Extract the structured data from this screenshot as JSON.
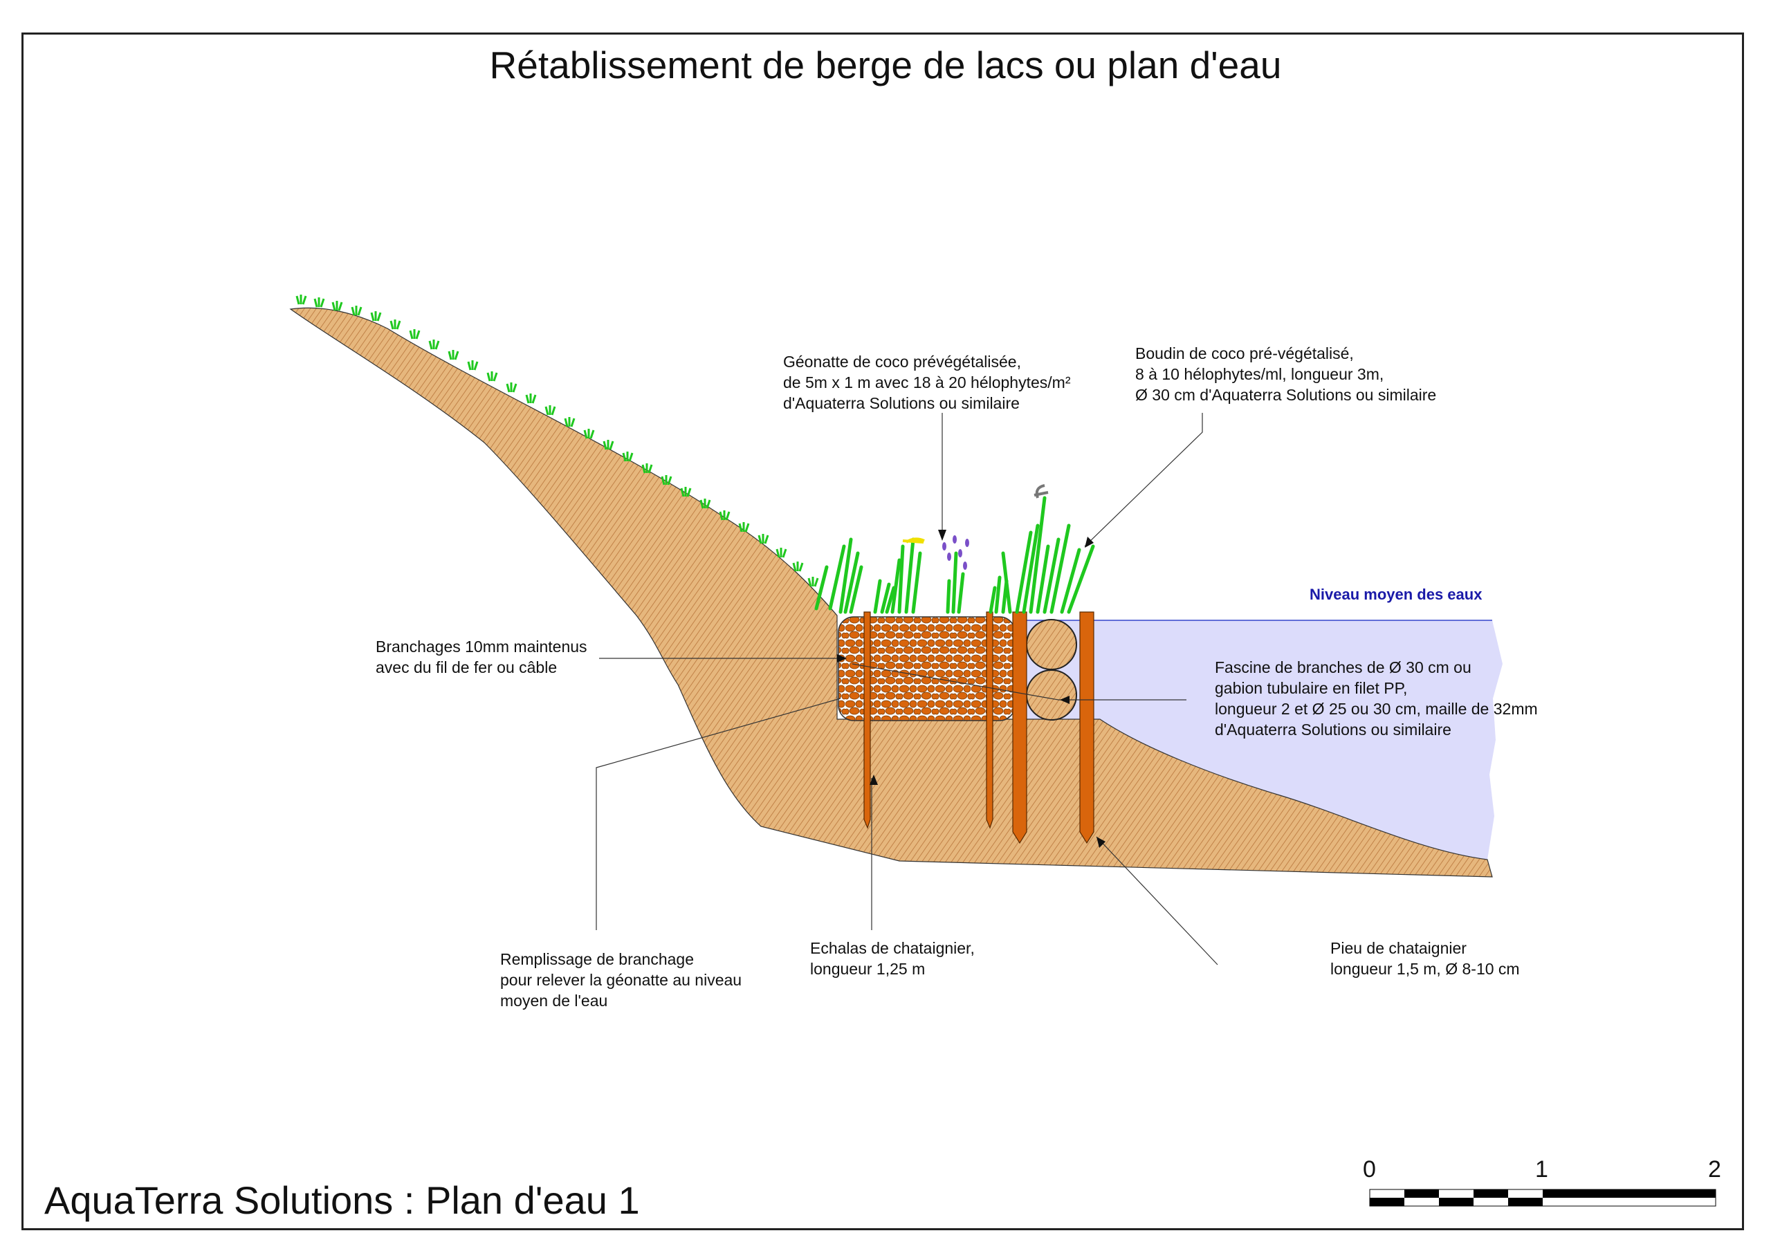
{
  "title": "Rétablissement de berge de lacs ou plan d'eau",
  "footer": "AquaTerra Solutions : Plan d'eau 1",
  "water_level_label": "Niveau moyen des eaux",
  "labels": {
    "geonatte": [
      "Géonatte de coco prévégétalisée,",
      "de 5m x 1 m avec 18 à 20 hélophytes/m²",
      "d'Aquaterra Solutions ou similaire"
    ],
    "boudin": [
      "Boudin de coco pré-végétalisé,",
      "8 à 10 hélophytes/ml, longueur 3m,",
      "Ø 30 cm d'Aquaterra Solutions ou similaire"
    ],
    "branchages": [
      "Branchages 10mm maintenus",
      "avec du fil de fer ou câble"
    ],
    "fascine": [
      "Fascine de branches de Ø 30 cm ou",
      "gabion tubulaire en filet PP,",
      "longueur 2 et Ø 25 ou 30 cm, maille de 32mm",
      "d'Aquaterra Solutions ou similaire"
    ],
    "remplissage": [
      "Remplissage de branchage",
      "pour relever la géonatte au niveau",
      "moyen de l'eau"
    ],
    "echalas": [
      "Echalas de chataignier,",
      "longueur 1,25 m"
    ],
    "pieu": [
      "Pieu de chataignier",
      "longueur 1,5 m, Ø 8-10 cm"
    ]
  },
  "scale_bar": {
    "ticks": [
      "0",
      "1",
      "2"
    ]
  },
  "colors": {
    "soil": "#e6b77d",
    "soil_hatch": "#b8743a",
    "water": "#dcdcfb",
    "stake": "#d9650c",
    "grass": "#22cc22",
    "water_line": "#3344cc"
  }
}
